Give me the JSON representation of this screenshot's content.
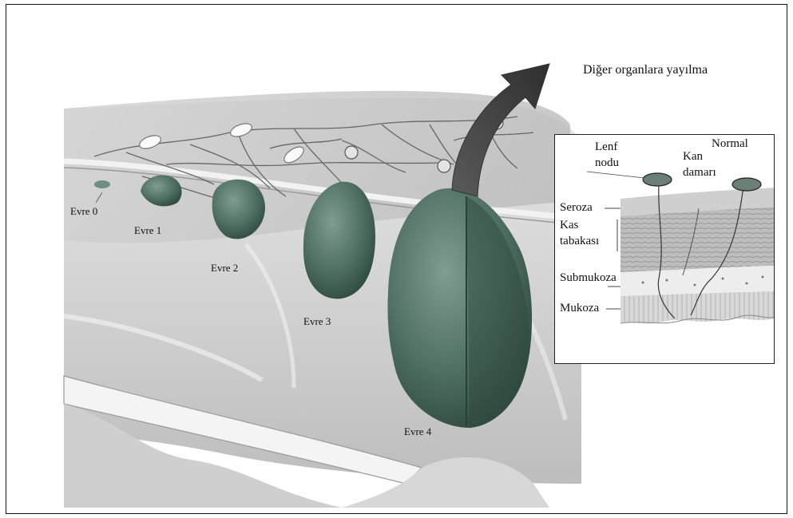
{
  "diagram": {
    "title": "Diğer organlara yayılma",
    "stages": [
      "Evre 0",
      "Evre 1",
      "Evre 2",
      "Evre 3",
      "Evre 4"
    ],
    "inset": {
      "normal": "Normal",
      "lymph_node": [
        "Lenf",
        "nodu"
      ],
      "blood_vessel": [
        "Kan",
        "damarı"
      ],
      "layers": [
        "Seroza",
        "Kas",
        "tabakası",
        "Submukoza",
        "Mukoza"
      ]
    },
    "colors": {
      "tumor": "#3f5e52",
      "tumor_light": "#6f8d80",
      "tissue": "#c9c9c9",
      "arrow": "#4a4a4a"
    }
  }
}
